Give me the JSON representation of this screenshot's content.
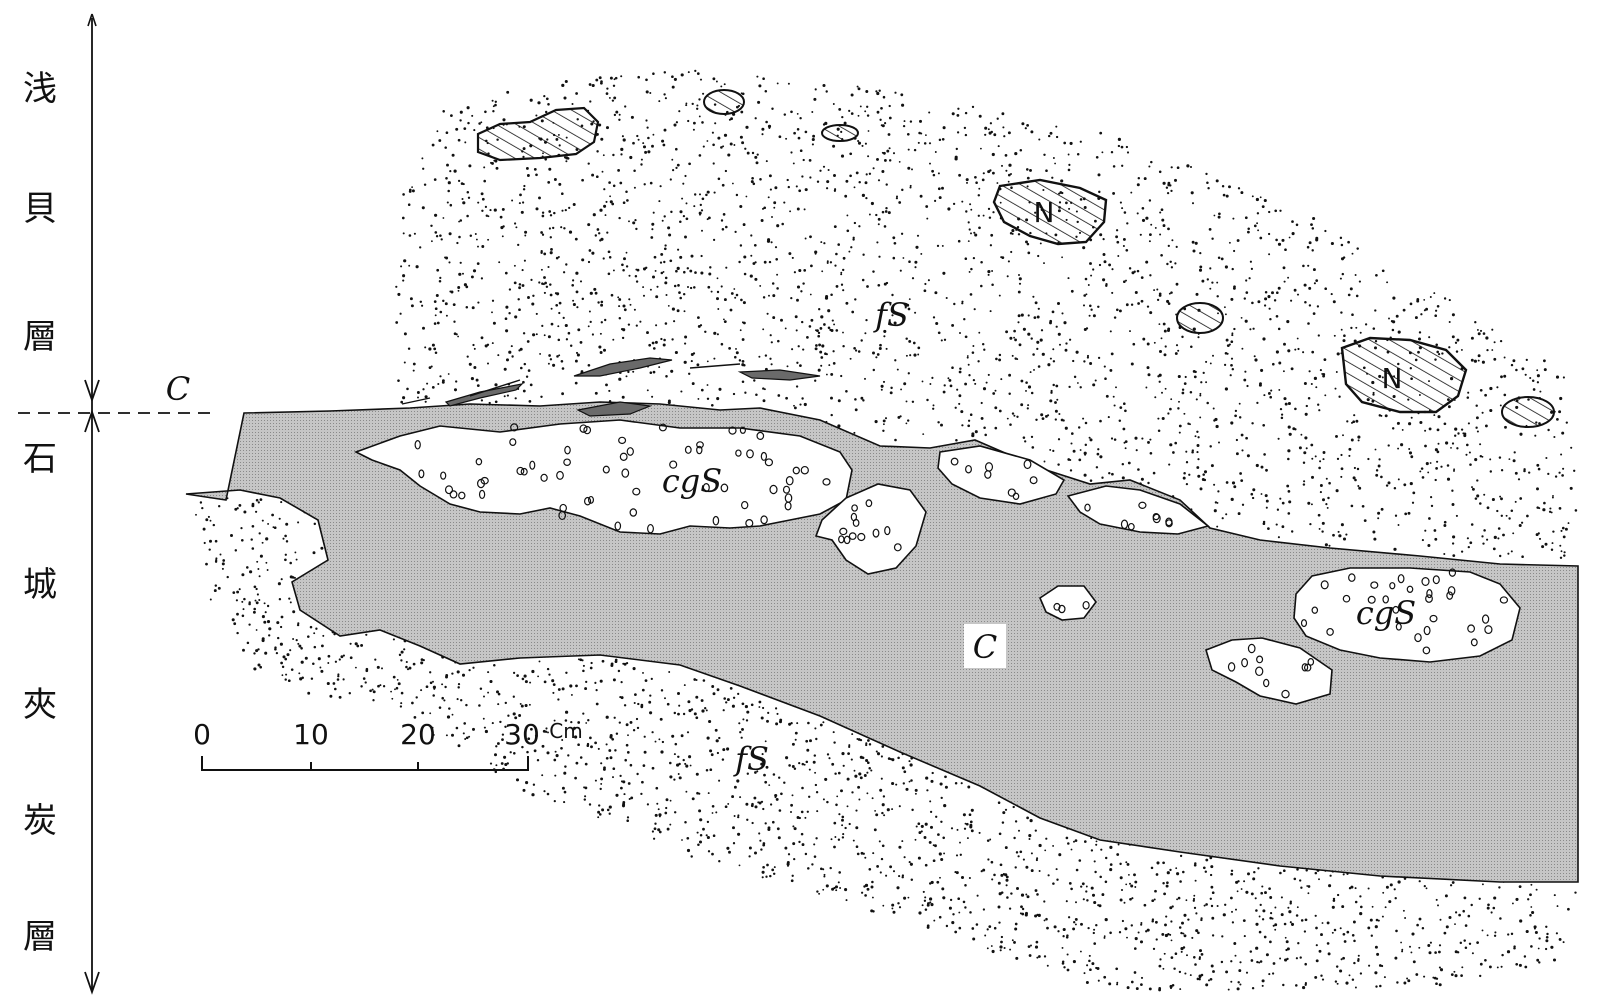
{
  "column": {
    "upper_unit": [
      "浅",
      "貝",
      "層"
    ],
    "lower_unit": [
      "石",
      "城",
      "夾",
      "炭",
      "層"
    ],
    "boundary_label": "C"
  },
  "labels": {
    "fine_sand_upper": "fS",
    "fine_sand_lower": "fS",
    "conglomeratic_sand_left": "cgS",
    "conglomeratic_sand_right": "cgS",
    "coal": "C",
    "nodule_1": "N",
    "nodule_2": "N"
  },
  "scale": {
    "ticks": [
      "0",
      "10",
      "20",
      "30"
    ],
    "unit": "Cm"
  },
  "colors": {
    "ink": "#111111",
    "coal_fill": "#b9b9b9",
    "background": "#ffffff"
  }
}
